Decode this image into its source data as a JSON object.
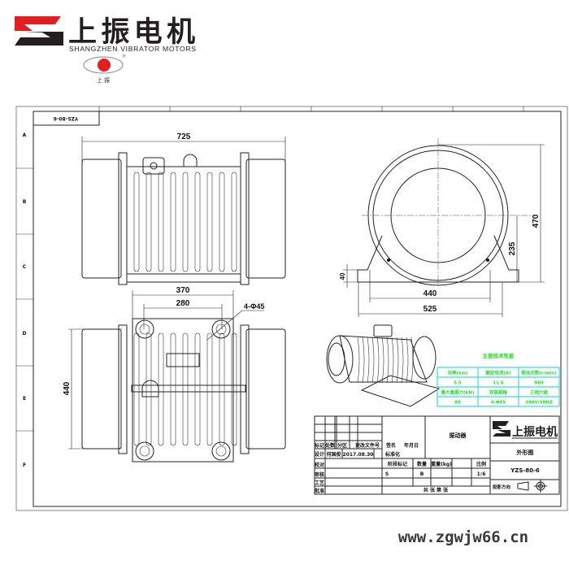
{
  "logo": {
    "brand_cn": "上振电机",
    "brand_en": "SHANGZHEN VIBRATOR MOTORS",
    "emblem_text": "上  振",
    "registered": "®",
    "colors": {
      "red": "#e02020",
      "black": "#231f20"
    }
  },
  "drawing": {
    "corner_label": "YZS-80-6",
    "zone_letters": [
      "A",
      "B",
      "C",
      "D",
      "E",
      "F"
    ],
    "dims": {
      "length": "725",
      "mount_width_outer": "370",
      "mount_width_inner": "280",
      "holes": "4-Φ45",
      "mount_length": "440",
      "height": "470",
      "center_height": "235",
      "foot_thickness": "40",
      "foot_span": "440",
      "base_width": "525"
    }
  },
  "spec_table": {
    "title": "主要技术性能",
    "rows": [
      [
        "功率(kw)",
        "额定电流(A)",
        "振动次数(r/min)"
      ],
      [
        "5.5",
        "11.6",
        "960"
      ],
      [
        "最大激振力(kN)",
        "安装规格",
        "三相六级"
      ],
      [
        "80",
        "4-Φ45",
        "380V/50HZ"
      ]
    ]
  },
  "title_block": {
    "rev_headers": [
      "标记",
      "处数",
      "分区",
      "更改文件号",
      "签名",
      "年月日"
    ],
    "design_row": [
      "设计",
      "何国俊",
      "2017.08.30",
      "标准化"
    ],
    "roles": [
      "校对",
      "审核",
      "工艺",
      "批准"
    ],
    "product": "振动器",
    "stage_headers": [
      "阶段标记",
      "数量",
      "重量(kg)",
      "比例"
    ],
    "stage_values": [
      "S",
      "B",
      "1:6"
    ],
    "sheet": "共  张  第  张",
    "brand": "上振电机",
    "drawing_name": "外形图",
    "drawing_no": "YZS-80-6",
    "projection_label": "投影方向"
  },
  "watermark": "www.zgwjw66.cn"
}
